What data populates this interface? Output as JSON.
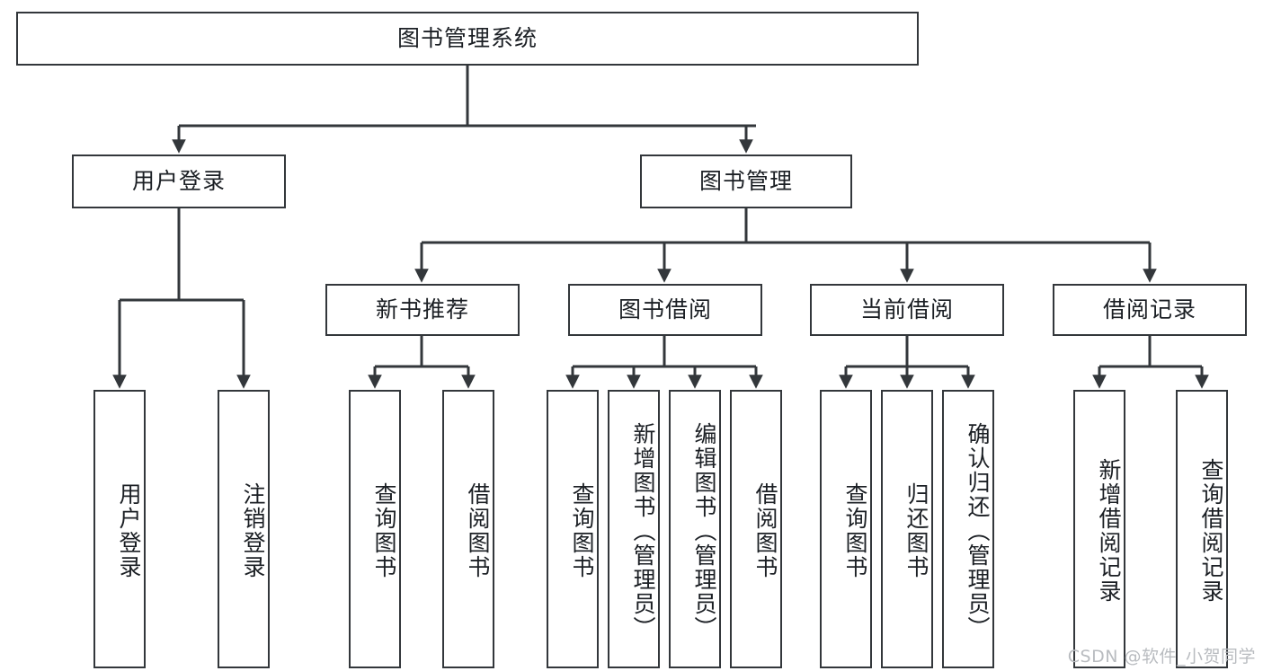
{
  "diagram": {
    "type": "tree-hierarchy-chart",
    "title": "图书管理系统",
    "colors": {
      "box_border": "#33373b",
      "box_fill": "#ffffff",
      "edge": "#33373b",
      "text": "#1b1f24",
      "watermark": "#b9bcc0",
      "background": "#ffffff"
    },
    "root": {
      "label": "图书管理系统",
      "orientation": "horizontal"
    },
    "level2": [
      {
        "label": "用户登录",
        "orientation": "horizontal"
      },
      {
        "label": "图书管理",
        "orientation": "horizontal"
      }
    ],
    "level3": [
      {
        "label": "新书推荐",
        "orientation": "horizontal",
        "parent": "图书管理"
      },
      {
        "label": "图书借阅",
        "orientation": "horizontal",
        "parent": "图书管理"
      },
      {
        "label": "当前借阅",
        "orientation": "horizontal",
        "parent": "图书管理"
      },
      {
        "label": "借阅记录",
        "orientation": "horizontal",
        "parent": "图书管理"
      }
    ],
    "leaves": [
      {
        "label": "用户登录",
        "orientation": "vertical",
        "parent": "用户登录"
      },
      {
        "label": "注销登录",
        "orientation": "vertical",
        "parent": "用户登录"
      },
      {
        "label": "查询图书",
        "orientation": "vertical",
        "parent": "新书推荐"
      },
      {
        "label": "借阅图书",
        "orientation": "vertical",
        "parent": "新书推荐"
      },
      {
        "label": "查询图书",
        "orientation": "vertical",
        "parent": "图书借阅"
      },
      {
        "label": "新增图书（管理员）",
        "orientation": "vertical",
        "parent": "图书借阅"
      },
      {
        "label": "编辑图书（管理员）",
        "orientation": "vertical",
        "parent": "图书借阅"
      },
      {
        "label": "借阅图书",
        "orientation": "vertical",
        "parent": "图书借阅"
      },
      {
        "label": "查询图书",
        "orientation": "vertical",
        "parent": "当前借阅"
      },
      {
        "label": "归还图书",
        "orientation": "vertical",
        "parent": "当前借阅"
      },
      {
        "label": "确认归还（管理员）",
        "orientation": "vertical",
        "parent": "当前借阅"
      },
      {
        "label": "新增借阅记录",
        "orientation": "vertical",
        "parent": "借阅记录"
      },
      {
        "label": "查询借阅记录",
        "orientation": "vertical",
        "parent": "借阅记录"
      }
    ],
    "watermark": "CSDN @软件_小贺同学"
  }
}
